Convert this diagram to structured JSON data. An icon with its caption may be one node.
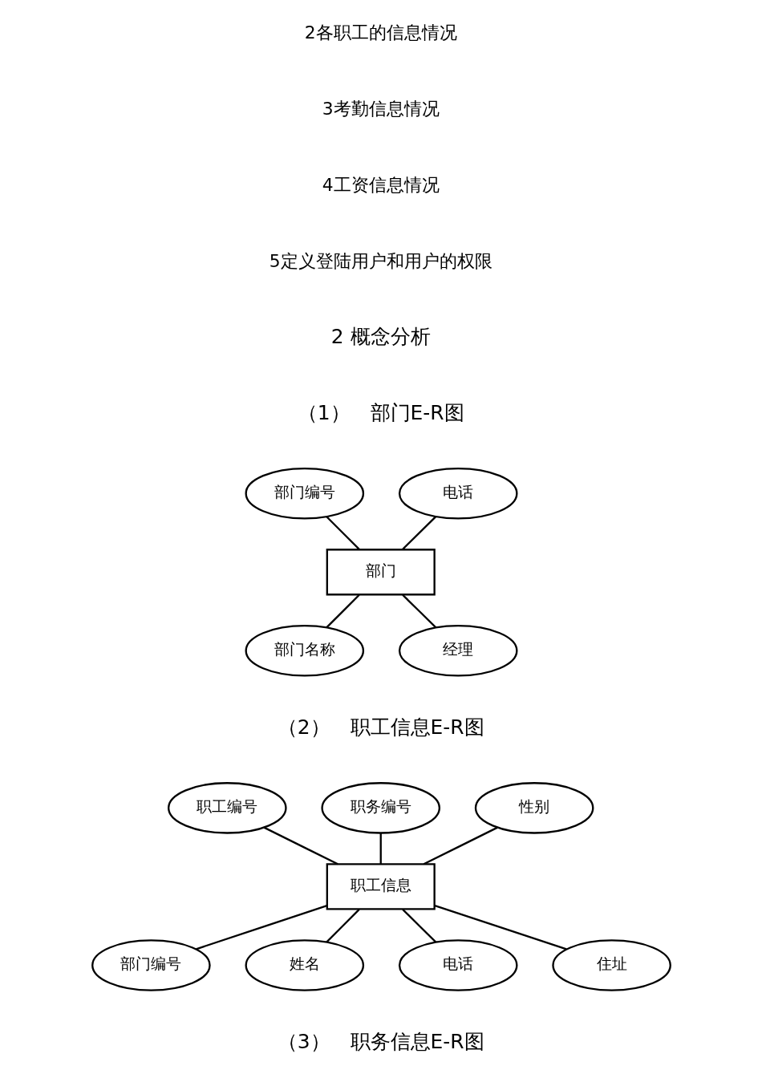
{
  "diagram": {
    "nodes": [
      {
        "text": [
          "部门"
        ]
      },
      {
        "text": [
          "部门编号"
        ]
      },
      {
        "text": [
          "电话"
        ]
      },
      {
        "text": [
          "部门名称"
        ]
      },
      {
        "text": [
          "经理"
        ]
      },
      {
        "text": [
          "职工信息"
        ]
      },
      {
        "text": [
          "职工编号"
        ]
      },
      {
        "text": [
          "职务编号"
        ]
      },
      {
        "text": [
          "性别"
        ]
      },
      {
        "text": [
          "部门编号"
        ]
      },
      {
        "text": [
          "姓名"
        ]
      },
      {
        "text": [
          "电话"
        ]
      },
      {
        "text": [
          "住址"
        ]
      }
    ],
    "edges": [
      {
        "from": 1,
        "to": 0,
        "arrow": "none"
      },
      {
        "from": 2,
        "to": 0,
        "arrow": "none"
      },
      {
        "from": 0,
        "to": 3,
        "arrow": "none"
      },
      {
        "from": 0,
        "to": 4,
        "arrow": "none"
      },
      {
        "from": 6,
        "to": 5,
        "arrow": "none"
      },
      {
        "from": 7,
        "to": 5,
        "arrow": "none"
      },
      {
        "from": 8,
        "to": 5,
        "arrow": "none"
      },
      {
        "from": 5,
        "to": 9,
        "arrow": "none"
      },
      {
        "from": 5,
        "to": 10,
        "arrow": "none"
      },
      {
        "from": 5,
        "to": 11,
        "arrow": "none"
      },
      {
        "from": 5,
        "to": 12,
        "arrow": "none"
      }
    ],
    "labels": [
      "2各职工的信息情况",
      "3考勤信息情况",
      "4工资信息情况",
      "5定义登陆用户和用户的权限",
      "2 概念分析",
      "（1）　部门E-R图",
      "（2）　职工信息E-R图",
      "（3）　职务信息E-R图"
    ]
  }
}
